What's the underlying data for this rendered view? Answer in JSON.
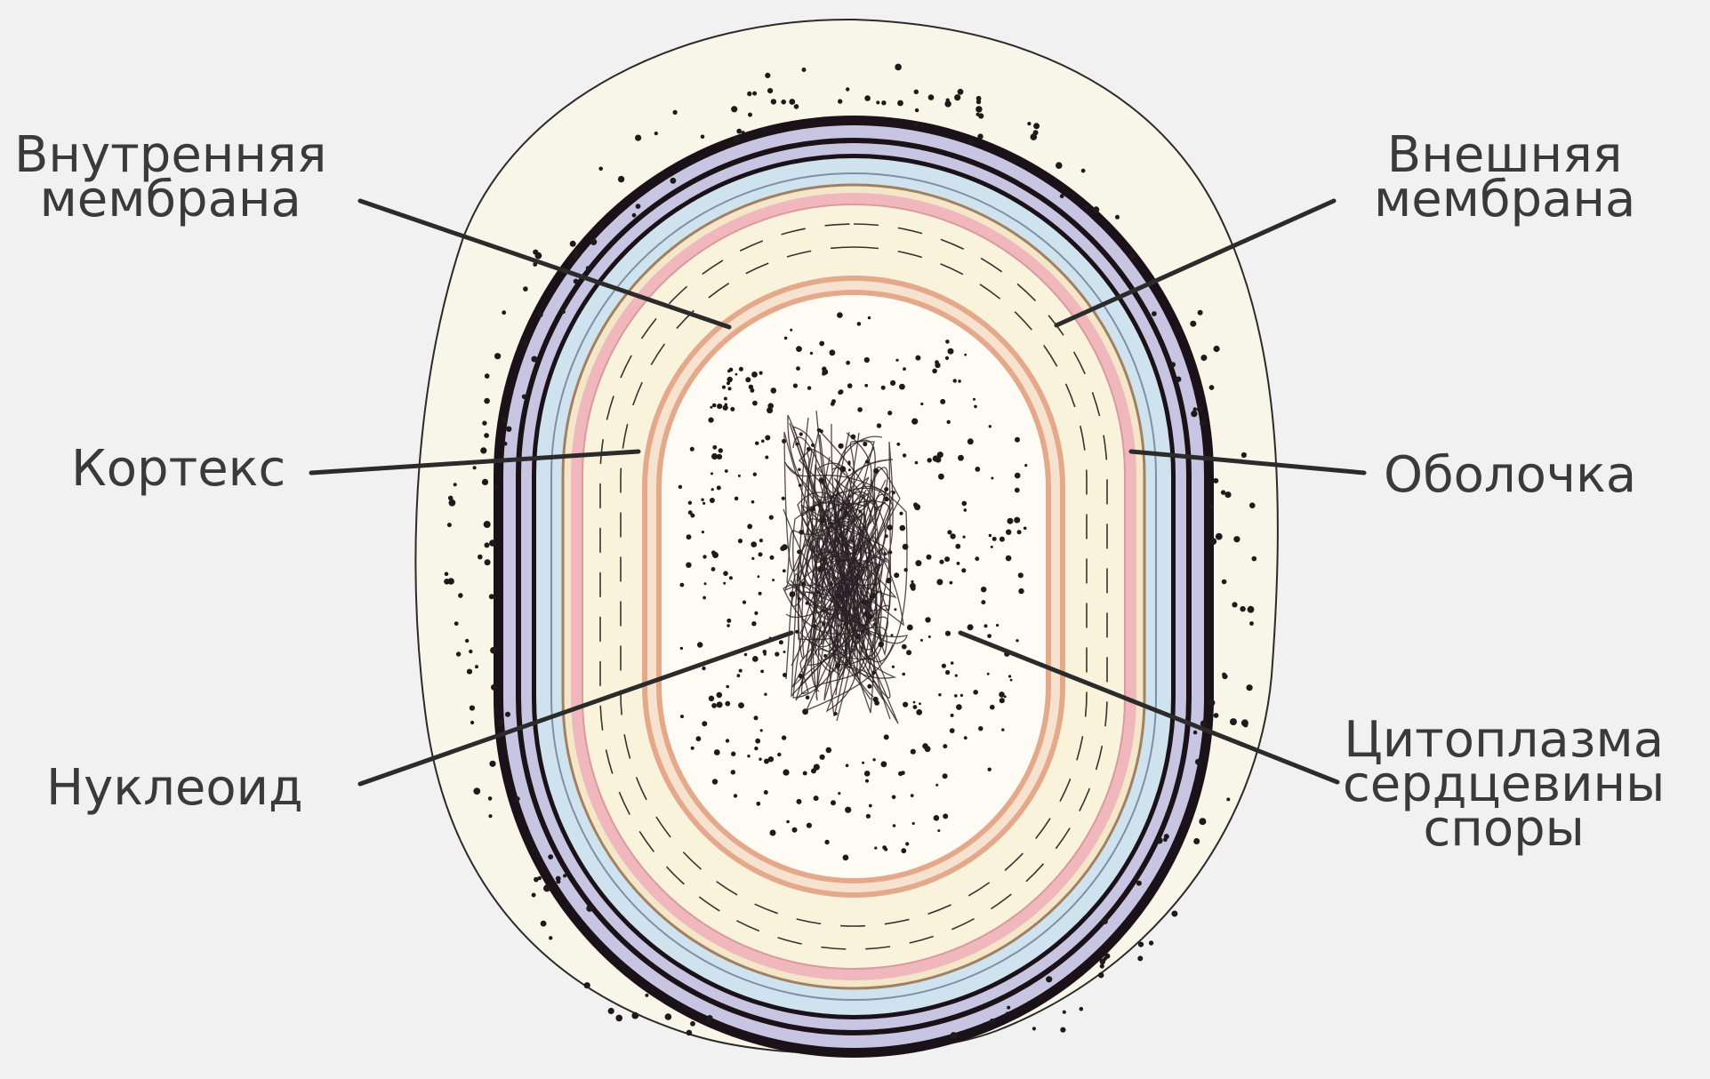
{
  "diagram": {
    "colors": {
      "background": "#f1f1f1",
      "exosporium_fill": "#f8f5e9",
      "coat_dark": "#1a1218",
      "coat_light": "#c7c5e2",
      "coat_blue": "#cfe3ee",
      "outer_membrane": "#f0b7bd",
      "cortex": "#faf3dc",
      "inner_membrane": "#e3a98a",
      "core": "#fdfbf3",
      "nucleoid": "#2a1f24",
      "line": "#2b2b2b"
    },
    "labels": {
      "inner_membrane": "Внутренняя\nмембрана",
      "outer_membrane": "Внешняя\nмембрана",
      "cortex": "Кортекс",
      "coat": "Оболочка",
      "nucleoid": "Нуклеоид",
      "core_cytoplasm": "Цитоплазма\nсердцевины\nспоры"
    }
  }
}
